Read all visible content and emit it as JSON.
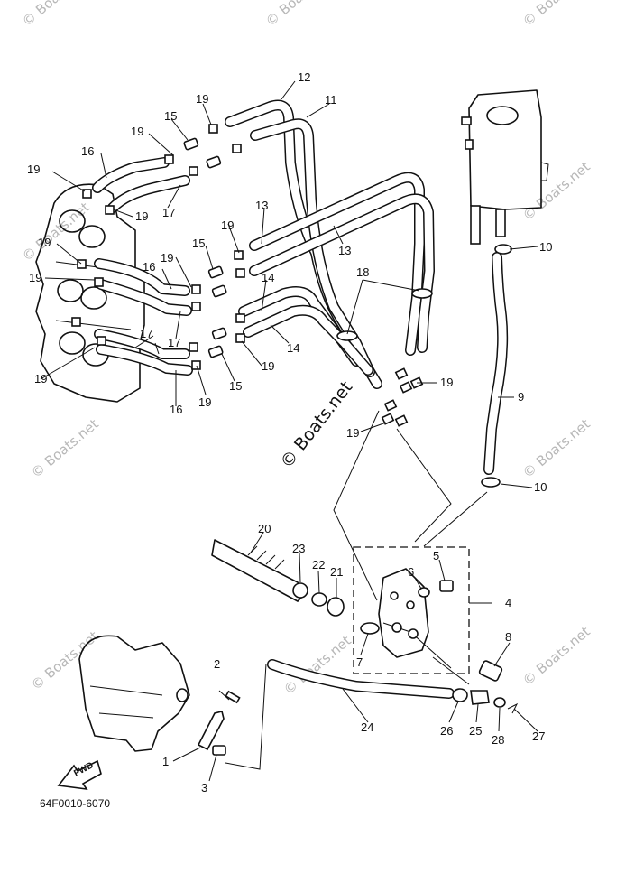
{
  "diagram_code": "64F0010-6070",
  "fwd_label": "FWD",
  "watermark": "© Boats.net",
  "callouts": [
    "1",
    "2",
    "3",
    "4",
    "5",
    "6",
    "7",
    "8",
    "9",
    "10",
    "11",
    "12",
    "13",
    "14",
    "15",
    "16",
    "17",
    "18",
    "19",
    "20",
    "21",
    "22",
    "23",
    "24",
    "25",
    "26",
    "27",
    "28"
  ]
}
